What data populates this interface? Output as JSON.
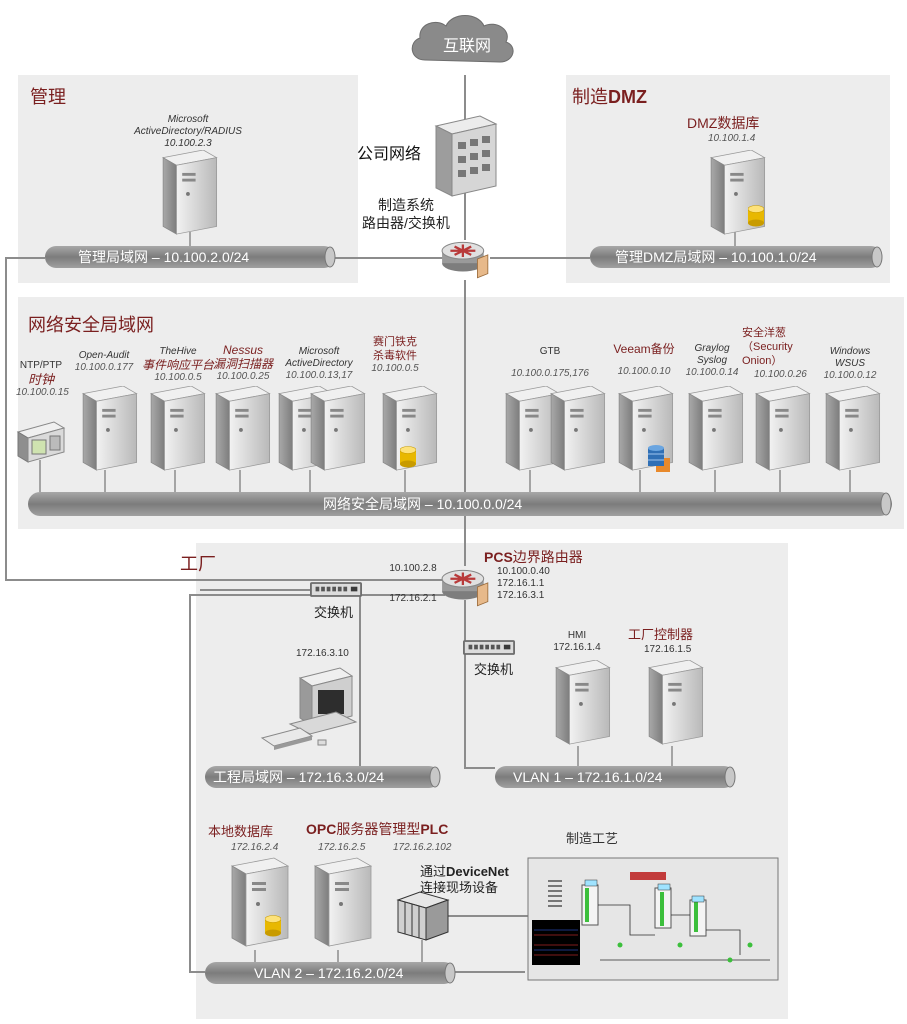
{
  "cloud": {
    "label": "互联网"
  },
  "zones": {
    "management": "管理",
    "dmz_prefix": "制造",
    "dmz_bold": "DMZ",
    "security": "网络安全局域网",
    "factory": "工厂"
  },
  "management": {
    "server_name_1": "Microsoft",
    "server_name_2": "ActiveDirectory/RADIUS",
    "server_ip": "10.100.2.3",
    "bus": "管理局域网 –  10.100.2.0/24"
  },
  "corporate": {
    "label": "公司网络",
    "router_label_1": "制造系统",
    "router_label_2": "路由器/交换机"
  },
  "dmz": {
    "db_prefix": "DMZ",
    "db_suffix": "数据库",
    "db_ip": "10.100.1.4",
    "bus": "管理DMZ局域网 –  10.100.1.0/24"
  },
  "security": {
    "bus": "网络安全局域网 –  10.100.0.0/24",
    "devices": [
      {
        "name": "NTP/PTP",
        "sub": "时钟",
        "ip": "10.100.0.15"
      },
      {
        "name": "Open-Audit",
        "ip": "10.100.0.177"
      },
      {
        "name": "TheHive",
        "sub": "事件响应平台",
        "ip": "10.100.0.5"
      },
      {
        "name": "Nessus",
        "sub": "漏洞扫描器",
        "ip": "10.100.0.25"
      },
      {
        "name": "Microsoft",
        "sub": "ActiveDirectory",
        "ip": "10.100.0.13,17"
      },
      {
        "name": "赛门铁克",
        "sub": "杀毒软件",
        "ip": "10.100.0.5"
      },
      {
        "name": "GTB",
        "ip": "10.100.0.175,176"
      },
      {
        "name": "Veeam备份",
        "ip": "10.100.0.10"
      },
      {
        "name": "Graylog",
        "sub": "Syslog",
        "ip": "10.100.0.14"
      },
      {
        "name": "安全洋葱",
        "sub": "（Security",
        "sub2": "Onion）",
        "ip": "10.100.0.26"
      },
      {
        "name": "Windows",
        "sub": "WSUS",
        "ip": "10.100.0.12"
      }
    ]
  },
  "factory": {
    "pcs_bold": "PCS",
    "pcs_rest": "边界路由器",
    "pcs_ip_left_1": "10.100.2.8",
    "pcs_ip_left_2": "172.16.2.1",
    "pcs_ip_right_1": "10.100.0.40",
    "pcs_ip_right_2": "172.16.1.1",
    "pcs_ip_right_3": "172.16.3.1",
    "switch1": "交换机",
    "switch2": "交换机",
    "workstation_ip": "172.16.3.10",
    "hmi_name": "HMI",
    "hmi_ip": "172.16.1.4",
    "plc_ctrl_name": "工厂控制器",
    "plc_ctrl_ip": "172.16.1.5",
    "eng_bus": "工程局域网 –  172.16.3.0/24",
    "vlan1_bus": "VLAN 1 –  172.16.1.0/24",
    "local_db_name": "本地数据库",
    "local_db_ip": "172.16.2.4",
    "opc_bold": "OPC",
    "opc_rest": "服务器",
    "opc_ip": "172.16.2.5",
    "plc_prefix": "管理型",
    "plc_bold": "PLC",
    "plc_ip": "172.16.2.102",
    "devicenet_1a": "通过",
    "devicenet_1b": "DeviceNet",
    "devicenet_2": "连接现场设备",
    "process_title": "制造工艺",
    "vlan2_bus": "VLAN 2 – 172.16.2.0/24"
  },
  "colors": {
    "zone_bg": "#ededed",
    "title": "#7a1f1f",
    "bus": "#8a8a8a",
    "router": "#b83a3a",
    "server": "#d8d8d8",
    "db": "#e8b800"
  }
}
